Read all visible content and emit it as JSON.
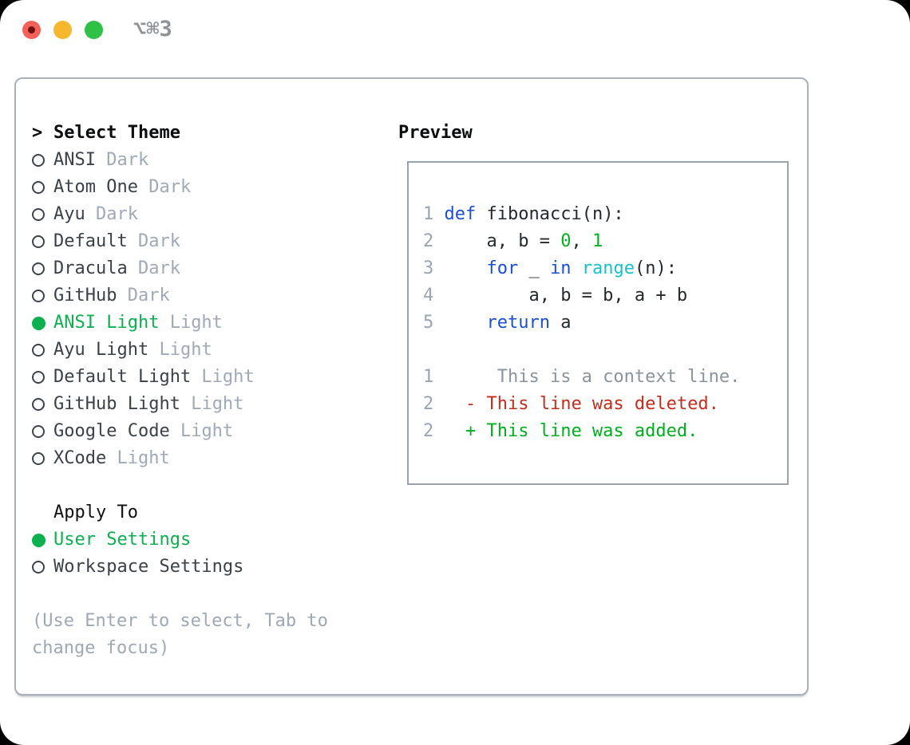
{
  "window": {
    "title_shortcut": "⌥⌘3"
  },
  "colors": {
    "tl_red": "#f4605a",
    "tl_red_dot": "#701010",
    "tl_yellow": "#f5b72e",
    "tl_green": "#2fc046",
    "title": "#8f9296",
    "panel_border": "#aab1bb",
    "preview_border": "#9aa2ac",
    "heading": "#0c0d0e",
    "text": "#3b4148",
    "tag": "#9fa9b7",
    "radio": "#3e444c",
    "selected_green": "#0db04e",
    "hint": "#9fa8b5",
    "line_number": "#9aa4b5",
    "code_text": "#24292e",
    "keyword": "#1b4fd8",
    "function": "#16c2cc",
    "number": "#00b31e",
    "added": "#00af1f",
    "deleted": "#c42d1c",
    "context": "#8b939c"
  },
  "theme_selector": {
    "header_prefix": ">",
    "header": "Select Theme",
    "items": [
      {
        "name": "ANSI",
        "tag": "Dark",
        "selected": false
      },
      {
        "name": "Atom One",
        "tag": "Dark",
        "selected": false
      },
      {
        "name": "Ayu",
        "tag": "Dark",
        "selected": false
      },
      {
        "name": "Default",
        "tag": "Dark",
        "selected": false
      },
      {
        "name": "Dracula",
        "tag": "Dark",
        "selected": false
      },
      {
        "name": "GitHub",
        "tag": "Dark",
        "selected": false
      },
      {
        "name": "ANSI Light",
        "tag": "Light",
        "selected": true
      },
      {
        "name": "Ayu Light",
        "tag": "Light",
        "selected": false
      },
      {
        "name": "Default Light",
        "tag": "Light",
        "selected": false
      },
      {
        "name": "GitHub Light",
        "tag": "Light",
        "selected": false
      },
      {
        "name": "Google Code",
        "tag": "Light",
        "selected": false
      },
      {
        "name": "XCode",
        "tag": "Light",
        "selected": false
      }
    ],
    "apply_to": {
      "label": "Apply To",
      "options": [
        {
          "name": "User Settings",
          "selected": true
        },
        {
          "name": "Workspace Settings",
          "selected": false
        }
      ]
    },
    "hint": "(Use Enter to select, Tab to change focus)"
  },
  "preview": {
    "label": "Preview",
    "code_lines": [
      {
        "num": "1",
        "tokens": [
          [
            "k",
            "def"
          ],
          [
            "d",
            " fibonacci(n):"
          ]
        ]
      },
      {
        "num": "2",
        "tokens": [
          [
            "d",
            "    a, b = "
          ],
          [
            "n",
            "0"
          ],
          [
            "d",
            ", "
          ],
          [
            "n",
            "1"
          ]
        ]
      },
      {
        "num": "3",
        "tokens": [
          [
            "d",
            "    "
          ],
          [
            "k",
            "for"
          ],
          [
            "d",
            " _ "
          ],
          [
            "k",
            "in"
          ],
          [
            "d",
            " "
          ],
          [
            "f",
            "range"
          ],
          [
            "d",
            "(n):"
          ]
        ]
      },
      {
        "num": "4",
        "tokens": [
          [
            "d",
            "        a, b = b, a + b"
          ]
        ]
      },
      {
        "num": "5",
        "tokens": [
          [
            "d",
            "    "
          ],
          [
            "k",
            "return"
          ],
          [
            "d",
            " a"
          ]
        ]
      }
    ],
    "diff_lines": [
      {
        "num": "1",
        "type": "context",
        "text": "     This is a context line."
      },
      {
        "num": "2",
        "type": "deleted",
        "text": "  - This line was deleted."
      },
      {
        "num": "2",
        "type": "added",
        "text": "  + This line was added."
      }
    ]
  }
}
